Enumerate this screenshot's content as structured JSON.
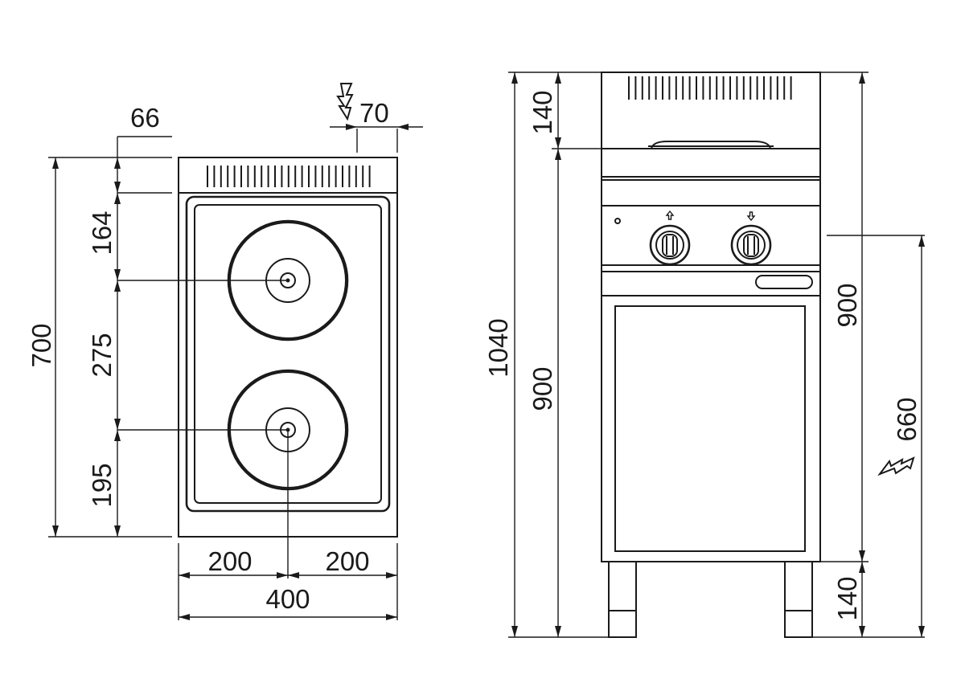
{
  "plan_view": {
    "dim_total_depth": "700",
    "dim_back_panel_offset": "66",
    "dim_connection_offset": "70",
    "dim_rear_to_first_plate": "164",
    "dim_between_plates": "275",
    "dim_second_plate_to_front": "195",
    "dim_half_width_left": "200",
    "dim_half_width_right": "200",
    "dim_total_width": "400"
  },
  "front_view": {
    "dim_total_height": "1040",
    "dim_splashback_height": "140",
    "dim_worktop_height": "900",
    "dim_control_height": "900",
    "dim_electrical_connection_height": "660",
    "dim_leg_height": "140"
  }
}
